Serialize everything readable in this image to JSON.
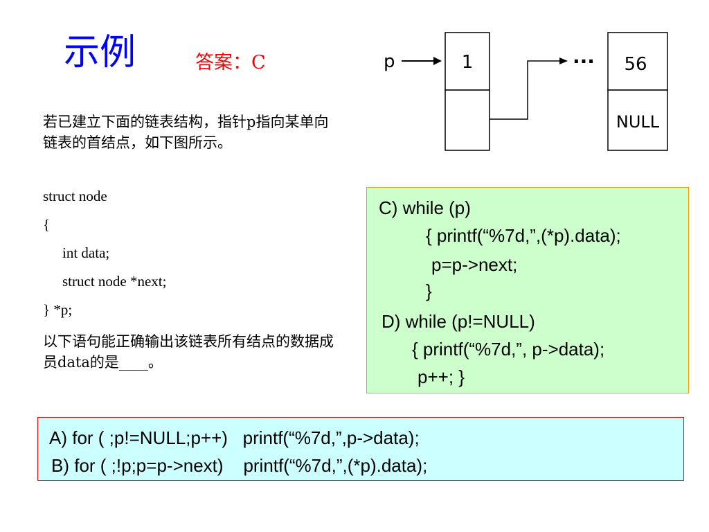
{
  "slide": {
    "title": "示例",
    "answer": "答案：C"
  },
  "intro": "若已建立下面的链表结构，指针p指向某单向链表的首结点，如下图所示。",
  "code_lines": [
    "struct node",
    "{",
    "int data;",
    "struct node *next;",
    "} *p;"
  ],
  "question": "以下语句能正确输出该链表所有结点的数据成员data的是____。",
  "options_cd": {
    "c_line1": "C) while (p)",
    "c_line2": "{ printf(“%7d,”,(*p).data);",
    "c_line3": "p=p->next;",
    "c_line4": "}",
    "d_line1": "D) while (p!=NULL)",
    "d_line2": "{ printf(“%7d,”, p->data);",
    "d_line3": "p++; }"
  },
  "options_ab": {
    "a_line": "A) for ( ;p!=NULL;p++)   printf(“%7d,”,p->data);",
    "b_line": "B) for ( ;!p;p=p->next)    printf(“%7d,”,(*p).data);"
  },
  "diagram": {
    "pointer_label": "p",
    "first_value": "1",
    "ellipsis": "···",
    "last_value": "56",
    "last_next": "NULL"
  },
  "colors": {
    "title": "#0000ff",
    "answer": "#ff0000",
    "box_cd_bg": "#ccffcc",
    "box_cd_border": "#ff9900",
    "box_ab_bg": "#ccffff",
    "box_ab_border": "#ff0000"
  }
}
